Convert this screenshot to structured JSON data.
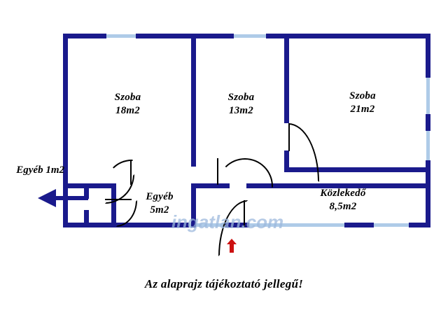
{
  "document": {
    "type": "floor-plan",
    "language": "hu",
    "caption": "Az alaprajz tájékoztató jellegű!",
    "watermark": "ingatlan.com"
  },
  "colors": {
    "wall": "#1a1a8c",
    "window": "#aecbe8",
    "door": "#000000",
    "text": "#000000",
    "entrance_arrow": "#cc1111",
    "background": "#ffffff"
  },
  "rooms": [
    {
      "id": "szoba-18",
      "name": "Szoba",
      "area": "18m2"
    },
    {
      "id": "szoba-13",
      "name": "Szoba",
      "area": "13m2"
    },
    {
      "id": "szoba-21",
      "name": "Szoba",
      "area": "21m2"
    },
    {
      "id": "egyeb-5",
      "name": "Egyéb",
      "area": "5m2"
    },
    {
      "id": "kozlekedo",
      "name": "Közlekedő",
      "area": "8,5m2"
    }
  ],
  "callouts": [
    {
      "id": "egyeb-1",
      "name": "Egyéb",
      "area": "1m2",
      "pointer": "arrow-left"
    }
  ],
  "markers": [
    {
      "id": "entrance",
      "icon": "arrow-up-icon",
      "color": "#cc1111"
    }
  ]
}
